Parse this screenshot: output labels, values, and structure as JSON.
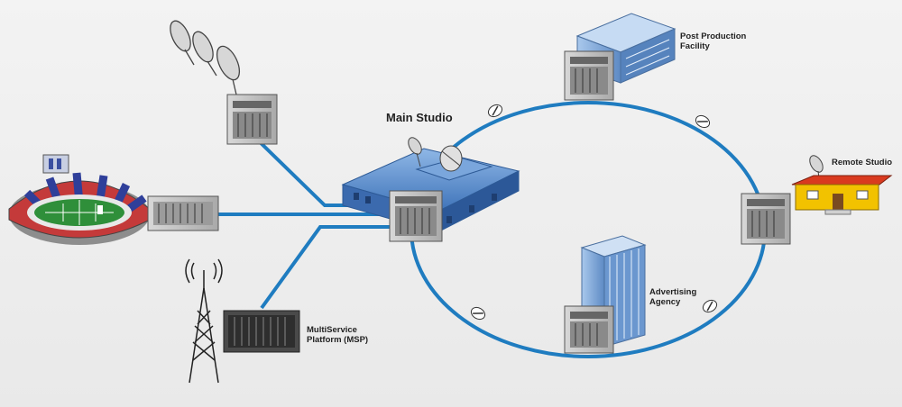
{
  "labels": {
    "main_studio": "Main Studio",
    "post_production": [
      "Post Production",
      "Facility"
    ],
    "remote_studio": "Remote Studio",
    "advertising": [
      "Advertising",
      "Agency"
    ],
    "msp": [
      "MultiService",
      "Platform (MSP)"
    ]
  },
  "colors": {
    "link": "#1f7cc0",
    "building_blue": "#6f9fd6",
    "rack_gray": "#b9b9b9",
    "stadium_red": "#c43a3a",
    "stadium_blue": "#2f3f9a",
    "field_green": "#2f8f3a",
    "remote_yellow": "#f2c200",
    "remote_roof": "#d93a1f"
  }
}
